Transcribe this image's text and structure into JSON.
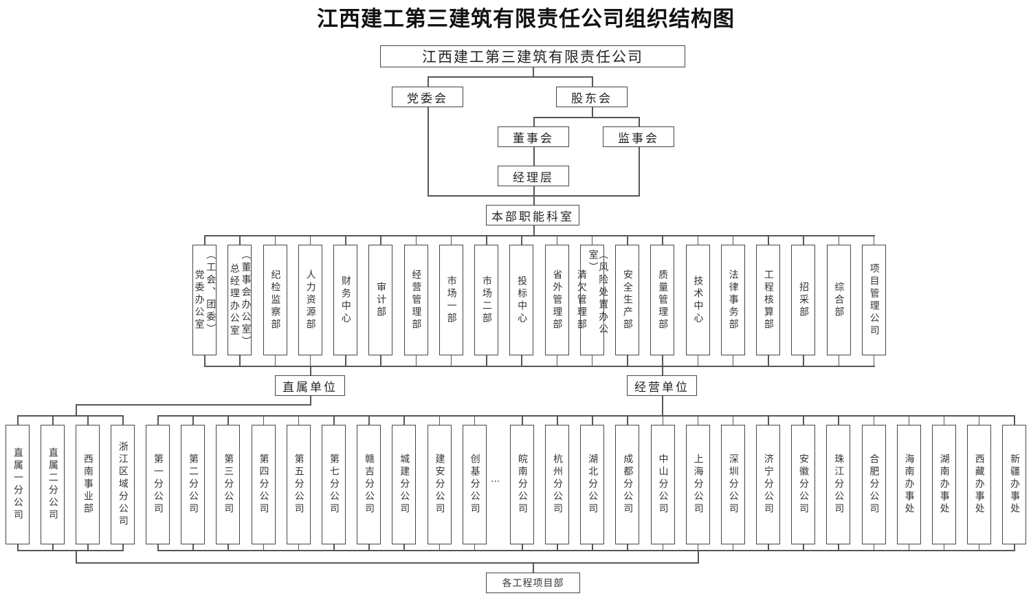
{
  "title": "江西建工第三建筑有限责任公司组织结构图",
  "company": "江西建工第三建筑有限责任公司",
  "party_committee": "党委会",
  "shareholders": "股东会",
  "board": "董事会",
  "supervisors": "监事会",
  "management": "经理层",
  "hq_departments_label": "本部职能科室",
  "departments": [
    {
      "main": "党委办公室",
      "sub": "（工会、团委）"
    },
    {
      "main": "总经理办公室",
      "sub": "（董事会办公室）"
    },
    {
      "main": "纪检监察部"
    },
    {
      "main": "人力资源部"
    },
    {
      "main": "财务中心"
    },
    {
      "main": "审计部"
    },
    {
      "main": "经营管理部"
    },
    {
      "main": "市场一部"
    },
    {
      "main": "市场二部"
    },
    {
      "main": "投标中心"
    },
    {
      "main": "省外管理部"
    },
    {
      "main": "清欠管理部",
      "sub": "（风险处置办公室）"
    },
    {
      "main": "安全生产部"
    },
    {
      "main": "质量管理部"
    },
    {
      "main": "技术中心"
    },
    {
      "main": "法律事务部"
    },
    {
      "main": "工程核算部"
    },
    {
      "main": "招采部"
    },
    {
      "main": "综合部"
    },
    {
      "main": "项目管理公司"
    }
  ],
  "direct_units_label": "直属单位",
  "direct_units": [
    "直属一分公司",
    "直属二分公司",
    "西南事业部",
    "浙江区域分公司"
  ],
  "operating_units_label": "经营单位",
  "operating_units_a": [
    "第一分公司",
    "第二分公司",
    "第三分公司",
    "第四分公司",
    "第五分公司",
    "第七分公司",
    "赣吉分公司",
    "城建分公司",
    "建安分公司",
    "创基分公司"
  ],
  "ellipsis": "···",
  "operating_units_b": [
    "皖南分公司",
    "杭州分公司",
    "湖北分公司",
    "成都分公司",
    "中山分公司",
    "上海分公司",
    "深圳分公司",
    "济宁分公司",
    "安徽分公司",
    "珠江分公司",
    "合肥分公司",
    "海南办事处",
    "湖南办事处",
    "西藏办事处",
    "新疆办事处"
  ],
  "project_departments": "各工程项目部"
}
